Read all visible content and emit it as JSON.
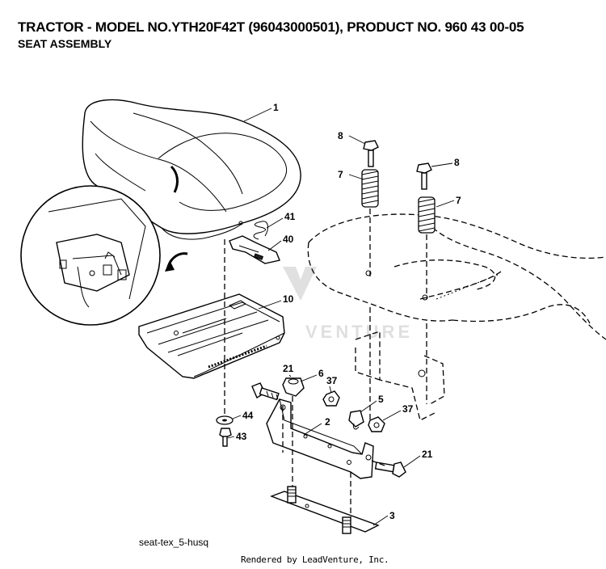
{
  "header": {
    "title": "TRACTOR - MODEL NO.YTH20F42T (96043000501), PRODUCT NO. 960 43 00-05",
    "subtitle": "SEAT ASSEMBLY"
  },
  "callouts": [
    {
      "id": "c1",
      "label": "1"
    },
    {
      "id": "c8a",
      "label": "8"
    },
    {
      "id": "c8b",
      "label": "8"
    },
    {
      "id": "c7a",
      "label": "7"
    },
    {
      "id": "c7b",
      "label": "7"
    },
    {
      "id": "c41",
      "label": "41"
    },
    {
      "id": "c40",
      "label": "40"
    },
    {
      "id": "c10",
      "label": "10"
    },
    {
      "id": "c21a",
      "label": "21"
    },
    {
      "id": "c6",
      "label": "6"
    },
    {
      "id": "c37a",
      "label": "37"
    },
    {
      "id": "c5",
      "label": "5"
    },
    {
      "id": "c37b",
      "label": "37"
    },
    {
      "id": "c44",
      "label": "44"
    },
    {
      "id": "c43",
      "label": "43"
    },
    {
      "id": "c2",
      "label": "2"
    },
    {
      "id": "c21b",
      "label": "21"
    },
    {
      "id": "c3",
      "label": "3"
    }
  ],
  "watermark": "VENTURE",
  "footer": {
    "file_id": "seat-tex_5-husq",
    "rendered_by": "Rendered by LeadVenture, Inc."
  }
}
